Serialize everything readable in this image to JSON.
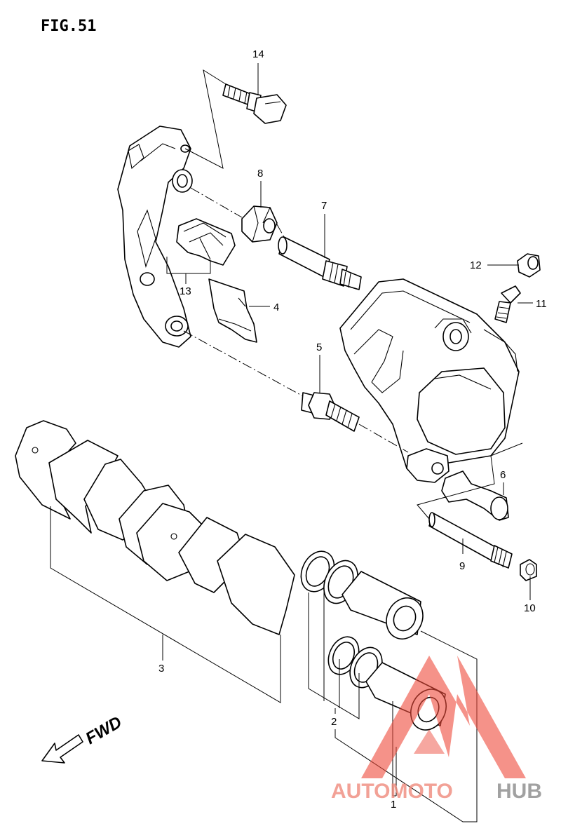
{
  "figure_title": "FIG.51",
  "direction_label": "FWD",
  "callouts": [
    "1",
    "2",
    "3",
    "4",
    "5",
    "6",
    "7",
    "8",
    "9",
    "10",
    "11",
    "12",
    "13",
    "14"
  ],
  "watermark": {
    "part1": "AUTOMOTO",
    "part2": "HUB",
    "color_primary": "#f08a7c",
    "color_secondary": "#8a8a8a",
    "color_triangle": "#ee4a3a"
  }
}
